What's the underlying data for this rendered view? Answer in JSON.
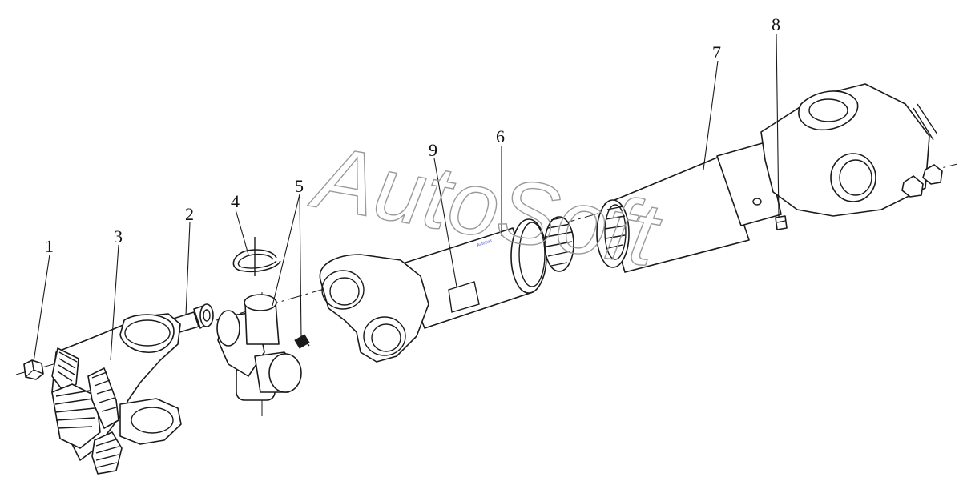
{
  "parts": [
    {
      "number": "1"
    },
    {
      "number": "2"
    },
    {
      "number": "3"
    },
    {
      "number": "4"
    },
    {
      "number": "5"
    },
    {
      "number": "6"
    },
    {
      "number": "7"
    },
    {
      "number": "8"
    },
    {
      "number": "9"
    }
  ],
  "watermark": "AutoSoft",
  "tiny_label": "AutoSoft"
}
